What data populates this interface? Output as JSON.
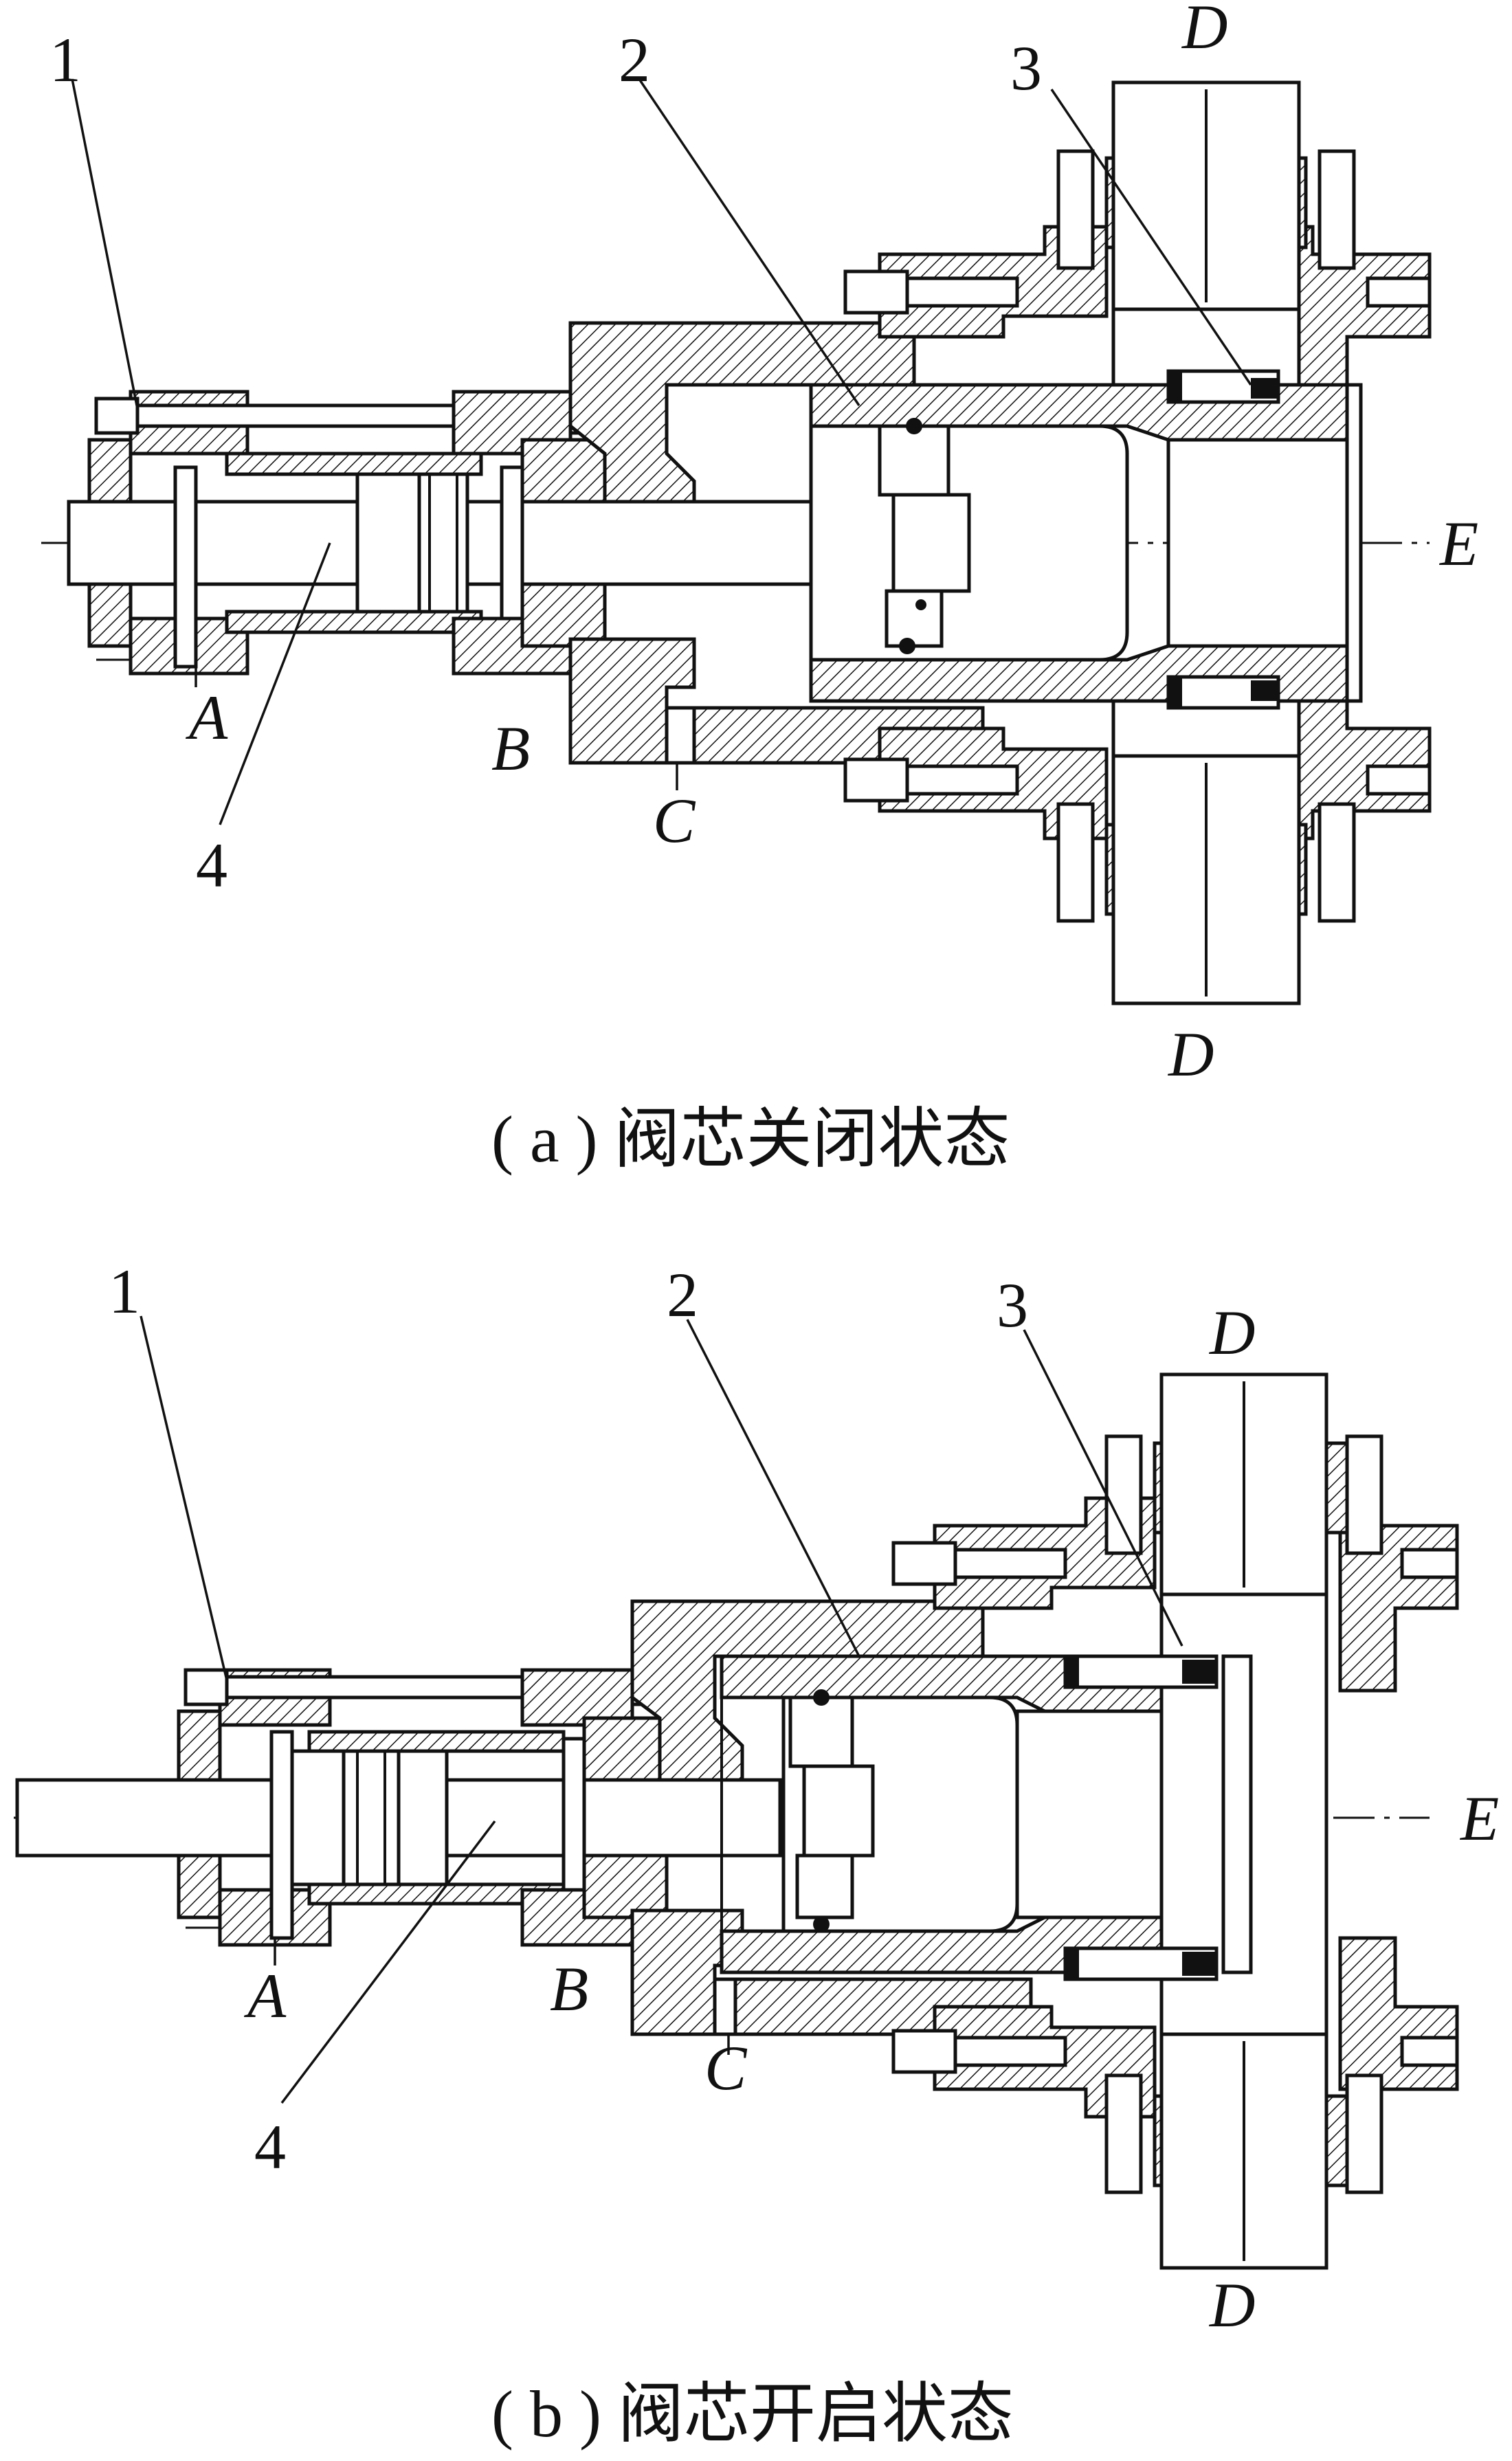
{
  "figures": [
    {
      "id": "a",
      "caption": "( a ) 阀芯关闭状态",
      "labels": {
        "n1": "1",
        "n2": "2",
        "n3": "3",
        "n4": "4",
        "A": "A",
        "B": "B",
        "C": "C",
        "D_top": "D",
        "D_bottom": "D",
        "E": "E"
      }
    },
    {
      "id": "b",
      "caption": "( b ) 阀芯开启状态",
      "labels": {
        "n1": "1",
        "n2": "2",
        "n3": "3",
        "n4": "4",
        "A": "A",
        "B": "B",
        "C": "C",
        "D_top": "D",
        "D_bottom": "D",
        "E": "E"
      }
    }
  ]
}
